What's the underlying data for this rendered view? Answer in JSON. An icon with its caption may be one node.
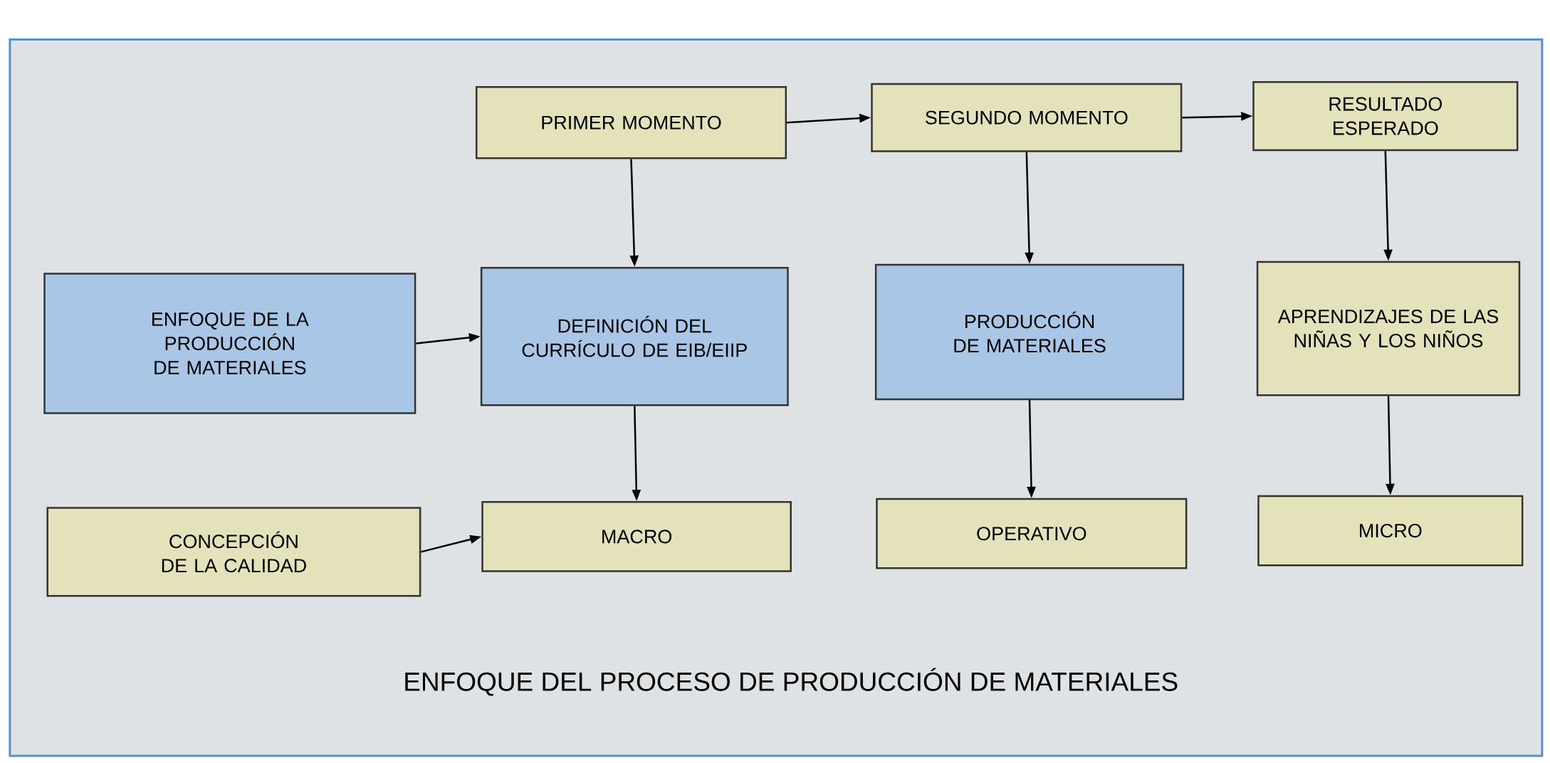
{
  "diagram": {
    "caption": "ENFOQUE DEL PROCESO DE PRODUCCIÓN DE MATERIALES",
    "nodes": [
      {
        "text": [
          "PRIMER MOMENTO"
        ]
      },
      {
        "text": [
          "SEGUNDO MOMENTO"
        ]
      },
      {
        "text": [
          "RESULTADO ESPERADO"
        ]
      },
      {
        "text": [
          "ENFOQUE DE LA PRODUCCIÓN DE MATERIALES"
        ]
      },
      {
        "text": [
          "DEFINICIÓN DEL CURRÍCULO DE EIB/EIIP"
        ]
      },
      {
        "text": [
          "PRODUCCIÓN DE MATERIALES"
        ]
      },
      {
        "text": [
          "APRENDIZAJES DE LAS NIÑAS Y LOS NIÑOS"
        ]
      },
      {
        "text": [
          "CONCEPCIÓN DE LA CALIDAD"
        ]
      },
      {
        "text": [
          "MACRO"
        ]
      },
      {
        "text": [
          "OPERATIVO"
        ]
      },
      {
        "text": [
          "MICRO"
        ]
      }
    ],
    "edges": [
      {
        "from": 0,
        "to": 1,
        "arrow": "to"
      },
      {
        "from": 1,
        "to": 2,
        "arrow": "to"
      },
      {
        "from": 0,
        "to": 4,
        "arrow": "to"
      },
      {
        "from": 1,
        "to": 5,
        "arrow": "to"
      },
      {
        "from": 2,
        "to": 6,
        "arrow": "to"
      },
      {
        "from": 3,
        "to": 4,
        "arrow": "to"
      },
      {
        "from": 4,
        "to": 8,
        "arrow": "to"
      },
      {
        "from": 5,
        "to": 9,
        "arrow": "to"
      },
      {
        "from": 6,
        "to": 10,
        "arrow": "to"
      },
      {
        "from": 7,
        "to": 8,
        "arrow": "to"
      }
    ]
  }
}
